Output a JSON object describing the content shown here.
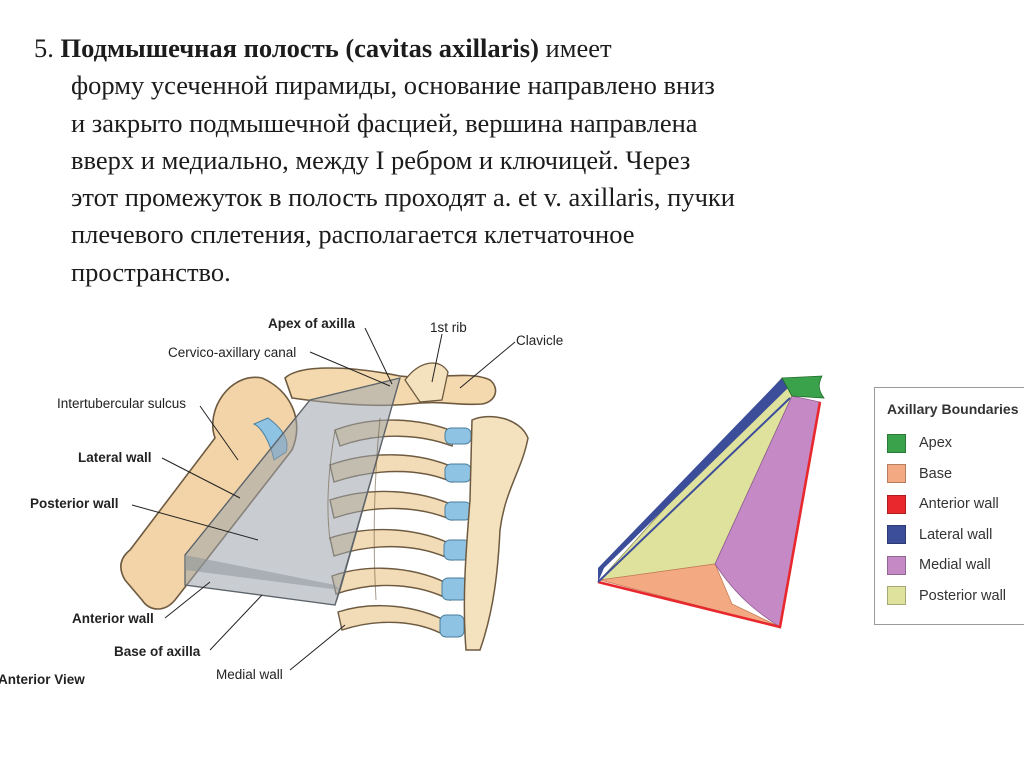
{
  "intro": {
    "number": "5.",
    "bold_lead": "Подмышечная полость (cavitas axillaris)",
    "first_rest": " имеет",
    "lines": [
      "форму усеченной пирамиды, основание направлено вниз",
      "и закрыто подмышечной фасцией, вершина направлена",
      "вверх и медиально, между I ребром и ключицей. Через",
      "этот промежуток в полость проходят a. et v. axillaris, пучки",
      "плечевого сплетения, располагается клетчаточное",
      "пространство."
    ]
  },
  "anatomy": {
    "labels": {
      "apex": "Apex of axilla",
      "first_rib": "1st rib",
      "clavicle": "Clavicle",
      "cervico_axillary": "Cervico-axillary canal",
      "intertubercular": "Intertubercular sulcus",
      "lateral_wall": "Lateral wall",
      "posterior_wall": "Posterior wall",
      "anterior_wall": "Anterior wall",
      "base": "Base of axilla",
      "medial_wall": "Medial wall",
      "view": "Anterior View"
    }
  },
  "legend": {
    "title": "Axillary Boundaries",
    "items": [
      {
        "name": "Apex",
        "color": "#3aa24a"
      },
      {
        "name": "Base",
        "color": "#f3a982"
      },
      {
        "name": "Anterior wall",
        "color": "#e8282d"
      },
      {
        "name": "Lateral wall",
        "color": "#3c4e9a"
      },
      {
        "name": "Medial wall",
        "color": "#c58ac6"
      },
      {
        "name": "Posterior wall",
        "color": "#dfe29c"
      }
    ]
  }
}
